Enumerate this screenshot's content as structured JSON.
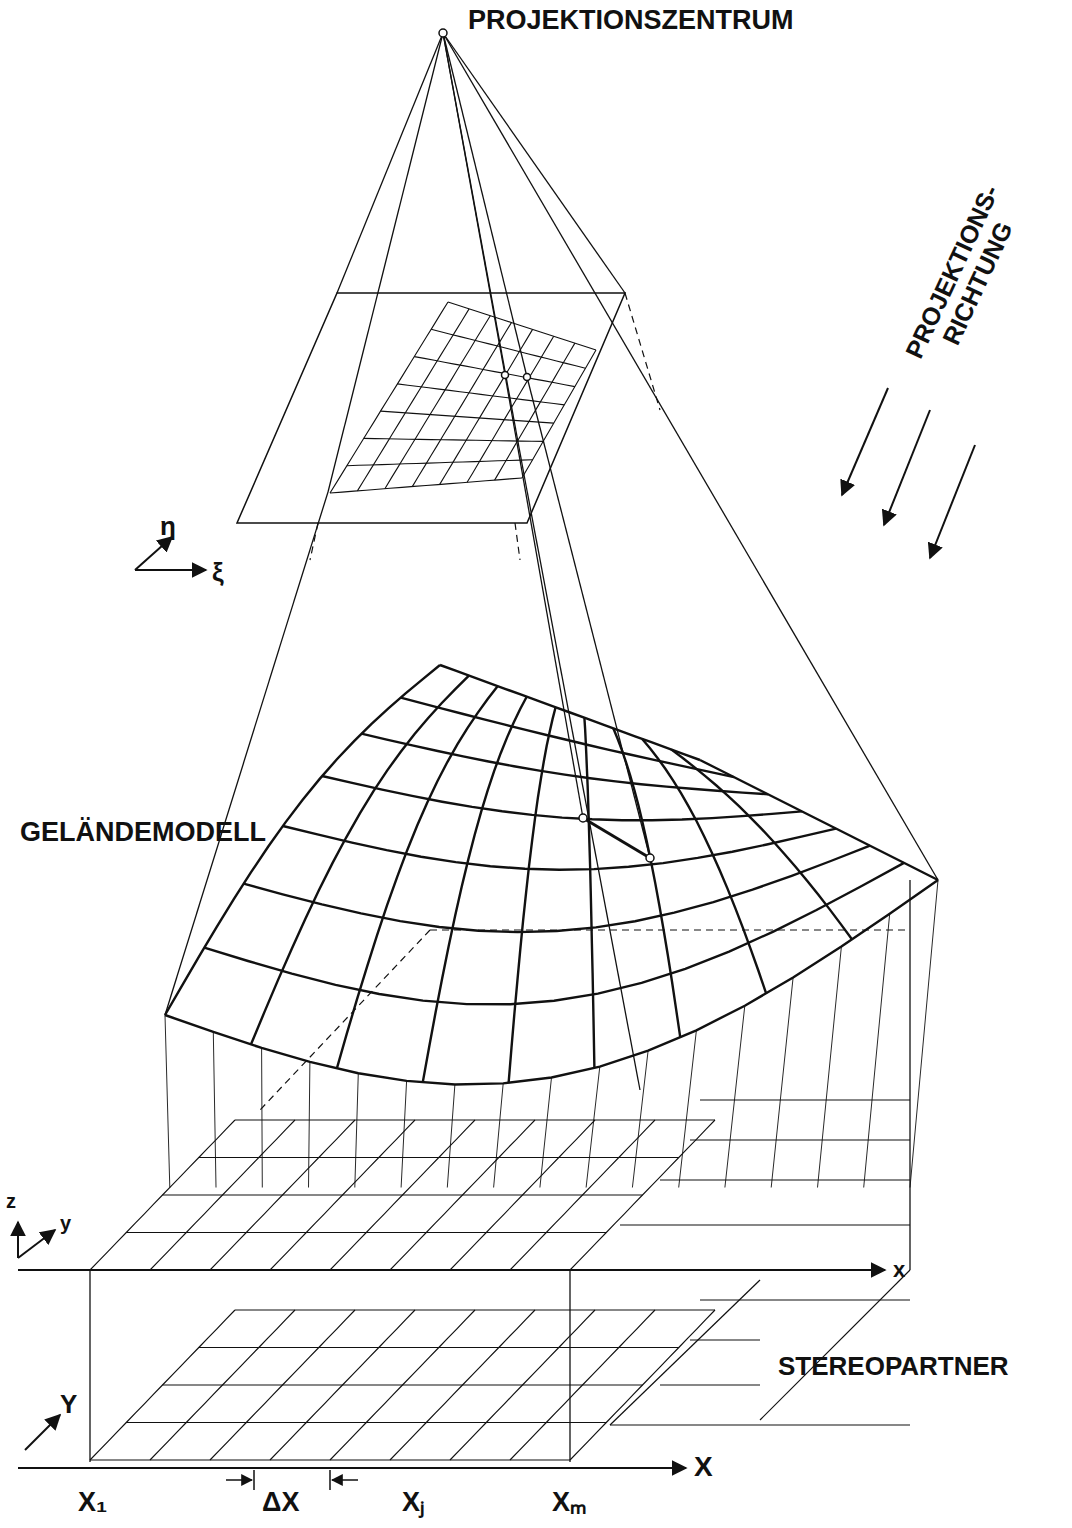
{
  "diagram": {
    "labels": [
      "PROJEKTIONSZENTRUM",
      "PROJEKTIONS- RICHTUNG",
      "η",
      "ξ",
      "GELÄNDEMODELL",
      "z",
      "y",
      "x",
      "STEREOPARTNER",
      "Y",
      "X",
      "X₁",
      "ΔX",
      "Xⱼ",
      "Xₘ"
    ]
  }
}
